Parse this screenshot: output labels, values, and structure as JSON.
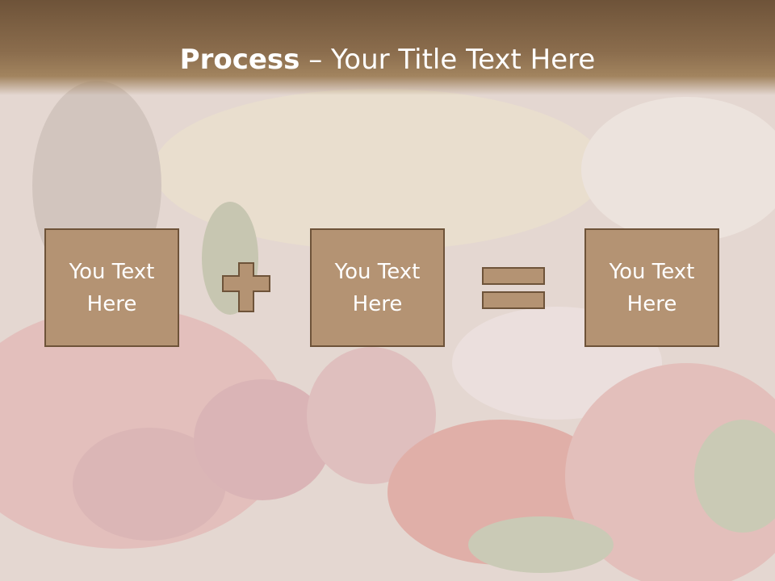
{
  "slide": {
    "title_bold": "Process",
    "title_dash": " – ",
    "title_rest": "Your Title Text Here"
  },
  "boxes": [
    {
      "text_line1": "You Text",
      "text_line2": "Here"
    },
    {
      "text_line1": "You Text",
      "text_line2": "Here"
    },
    {
      "text_line1": "You Text",
      "text_line2": "Here"
    }
  ],
  "operators": [
    "plus-icon",
    "equals-icon"
  ],
  "colors": {
    "header_dark": "#6e5339",
    "box_fill": "#b49373",
    "box_border": "#6e5339",
    "text": "#ffffff"
  }
}
